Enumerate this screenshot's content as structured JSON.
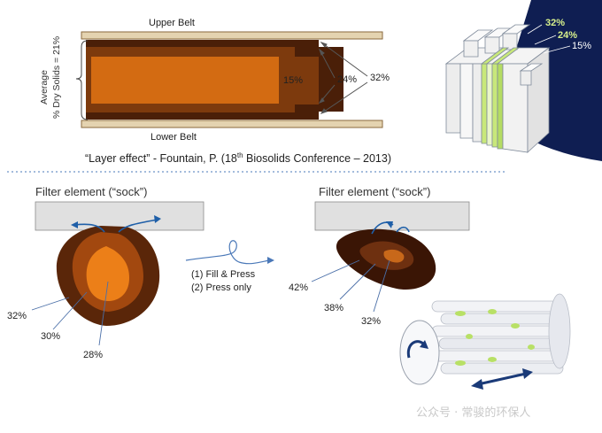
{
  "top_panel": {
    "upper_belt": "Upper Belt",
    "lower_belt": "Lower Belt",
    "y_label_line1": "Average",
    "y_label_line2": "% Dry Solids = 21%",
    "pct_15": "15%",
    "pct_24": "24%",
    "pct_32": "32%",
    "citation_pre": "“Layer effect” - Fountain, P. (18",
    "citation_sup": "th",
    "citation_post": " Biosolids Conference – 2013)"
  },
  "block_3d": {
    "pct_32": "32%",
    "pct_24": "24%",
    "pct_15": "15%"
  },
  "left_sock": {
    "title": "Filter element (“sock”)",
    "pct_outer": "32%",
    "pct_middle": "30%",
    "pct_inner": "28%"
  },
  "process": {
    "step1": "(1)  Fill & Press",
    "step2": "(2)  Press only"
  },
  "right_sock": {
    "title": "Filter element (“sock”)",
    "pct_outer": "42%",
    "pct_middle": "38%",
    "pct_inner": "32%"
  },
  "watermark": "公众号 · 常骏的环保人",
  "colors": {
    "belt": "#e4d3b0",
    "belt_edge": "#8a6a3c",
    "dark_brown": "#4a1f08",
    "mid_brown": "#7d3a0d",
    "orange": "#d36b12",
    "navy": "#0f1e52",
    "lime": "#c8e87a",
    "lime_label": "#d7f08c"
  }
}
